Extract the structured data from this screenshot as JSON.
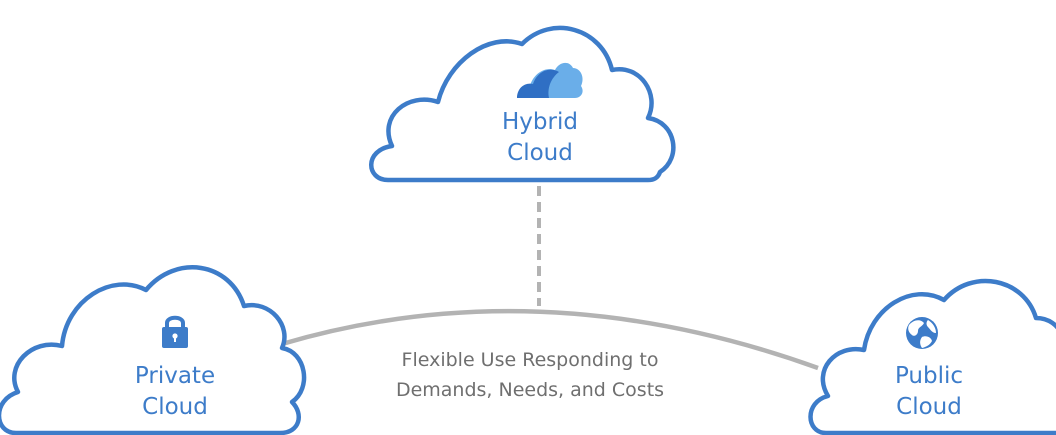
{
  "colors": {
    "cloud_outline": "#3d7cc9",
    "cloud_label": "#3d7cc9",
    "icon_dark": "#2f6fc4",
    "icon_light": "#6aaee9",
    "connector": "#b3b3b3",
    "caption_text": "#6f6f6f",
    "background": "#ffffff"
  },
  "hybrid_cloud": {
    "icon": "cloud-icon",
    "line1": "Hybrid",
    "line2": "Cloud"
  },
  "private_cloud": {
    "icon": "padlock-icon",
    "line1": "Private",
    "line2": "Cloud"
  },
  "public_cloud": {
    "icon": "globe-icon",
    "line1": "Public",
    "line2": "Cloud"
  },
  "connection": {
    "caption_line1": "Flexible Use Responding to",
    "caption_line2": "Demands, Needs, and Costs",
    "style": "dashed line from Hybrid Cloud to arc; solid arc between Private Cloud and Public Cloud"
  }
}
